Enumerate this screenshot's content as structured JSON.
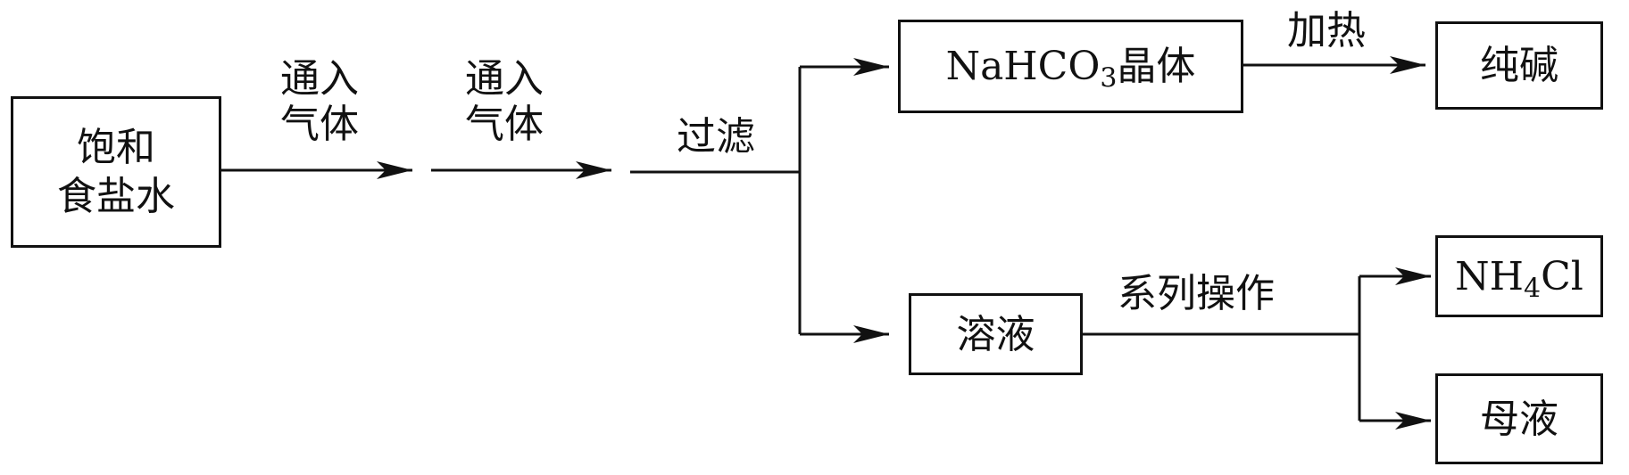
{
  "nodes": {
    "brine": {
      "line1": "饱和",
      "line2": "食盐水"
    },
    "crystal": {
      "formula_a": "NaHCO",
      "subscript": "3",
      "suffix": "晶体"
    },
    "soda": {
      "label": "纯碱"
    },
    "solution": {
      "label": "溶液"
    },
    "ammonium_chloride": {
      "formula_a": "NH",
      "subscript": "4",
      "formula_b": "Cl"
    },
    "mother_liquor": {
      "label": "母液"
    }
  },
  "steps": {
    "gas_first": {
      "line1": "通入",
      "line2": "气体"
    },
    "gas_second": {
      "line1": "通入",
      "line2": "气体"
    },
    "filter": {
      "label": "过滤"
    },
    "heat": {
      "label": "加热"
    },
    "operations": {
      "label": "系列操作"
    }
  },
  "colors": {
    "stroke": "#111111",
    "background": "#ffffff"
  }
}
